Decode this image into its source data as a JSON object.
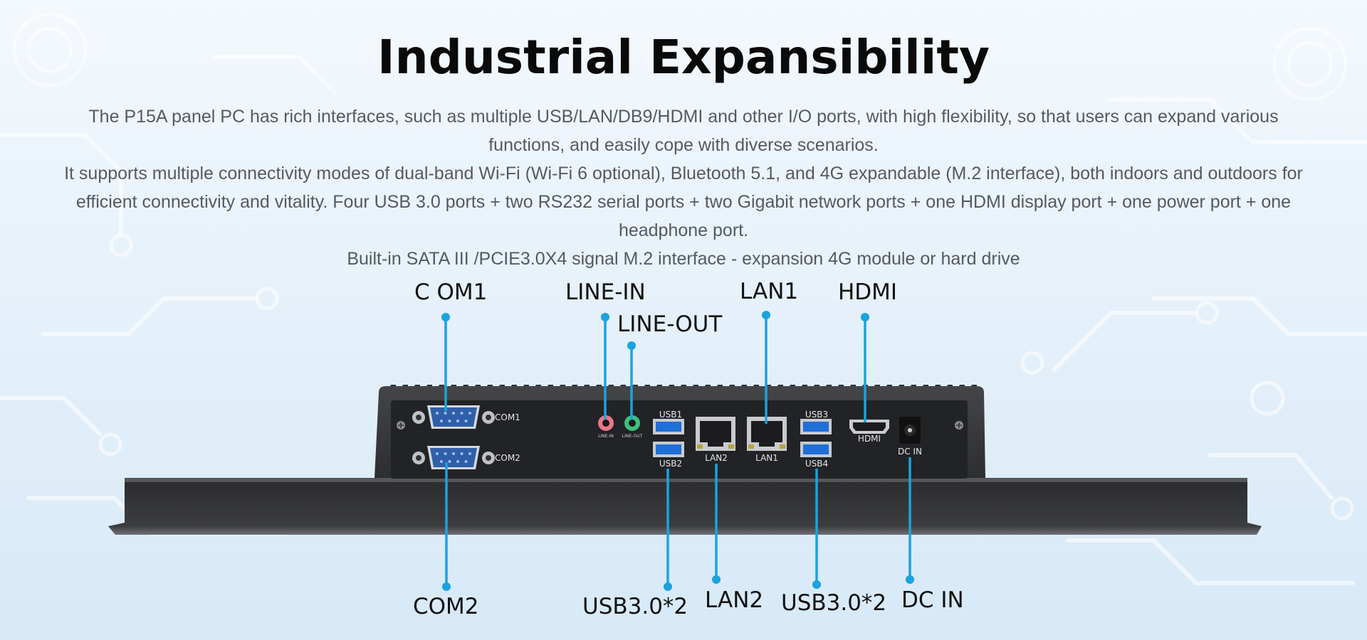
{
  "header": {
    "title": "Industrial Expansibility",
    "paragraphs": [
      "The P15A panel PC has rich interfaces, such as multiple USB/LAN/DB9/HDMI and other I/O ports, with high flexibility, so that users can expand various functions, and easily cope with diverse scenarios.",
      "It supports multiple connectivity modes of dual-band Wi-Fi (Wi-Fi 6 optional), Bluetooth 5.1, and 4G expandable (M.2 interface), both indoors and outdoors for efficient connectivity and vitality. Four USB 3.0 ports + two RS232 serial ports + two Gigabit network ports + one HDMI display port + one power port + one headphone port.",
      "Built-in SATA III /PCIE3.0X4 signal M.2 interface - expansion 4G module or hard drive"
    ]
  },
  "callouts": {
    "com1": "C OM1",
    "line_in": "LINE-IN",
    "line_out": "LINE-OUT",
    "lan1": "LAN1",
    "hdmi": "HDMI",
    "com2": "COM2",
    "usb_left": "USB3.0*2",
    "lan2": "LAN2",
    "usb_right": "USB3.0*2",
    "dc_in": "DC IN"
  },
  "port_labels": {
    "com1": "COM1",
    "com2": "COM2",
    "line_in": "LINE-IN",
    "line_out": "LINE-OUT",
    "usb1": "USB1",
    "usb2": "USB2",
    "lan2": "LAN2",
    "lan1": "LAN1",
    "usb3": "USB3",
    "usb4": "USB4",
    "hdmi": "HDMI",
    "dc_in": "DC IN"
  },
  "colors": {
    "accent_line": "#1aa3e0",
    "chassis": "#3a3b3e",
    "io_plate": "#222326",
    "usb_blue": "#1f6fd8",
    "db9_blue": "#2f5fa8",
    "line_in_pink": "#e8788a",
    "line_out_green": "#3fbf7f"
  }
}
